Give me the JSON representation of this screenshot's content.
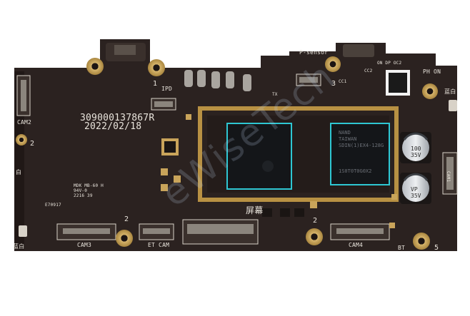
{
  "photo": {
    "subject": "circuit board",
    "colors": {
      "pcb": "#2b2220",
      "pcb_dark": "#1c1513",
      "silkscreen": "#e9e4dc",
      "gold": "#c9a45a",
      "gold_outline": "#b89143",
      "chip": "#141619",
      "highlight": "#2ec7d3",
      "background": "#ffffff"
    }
  },
  "silkscreen": {
    "serial": "309000137867R",
    "date": "2022/02/18",
    "sensor_label": "P-sensor",
    "ipd": "IPD",
    "cam_left": "CAM2",
    "cam3": "CAM3",
    "et_cam": "ET CAM",
    "cam4": "CAM4",
    "cam1": "CAM1",
    "bt": "BT",
    "ph_on": "PH ON",
    "screen": "屏幕",
    "blue_white_tr": "蓝白",
    "blue_white_bl": "蓝白",
    "white_l": "白",
    "num1": "1",
    "num2a": "2",
    "num2b": "2",
    "num2c": "2",
    "num3": "3",
    "num5": "5",
    "mdk": "MDK MB-60 H",
    "v0": "94V-0",
    "code_2216": "2216 39",
    "e70917": "E70917",
    "cc1": "CC1",
    "cc2": "CC2",
    "tx": "TX",
    "on_dp": "ON DP OC2"
  },
  "chips": {
    "nand_line1": "NAND",
    "nand_line2": "ТАIWAN",
    "nand_line3": "SDIN(1)EX4-128G",
    "nand_line4": "1S0T0T0G0X2",
    "cap1": "100",
    "cap1b": "35V",
    "cap2": "VP",
    "cap2b": "35V"
  },
  "watermark": "eWiseTech"
}
